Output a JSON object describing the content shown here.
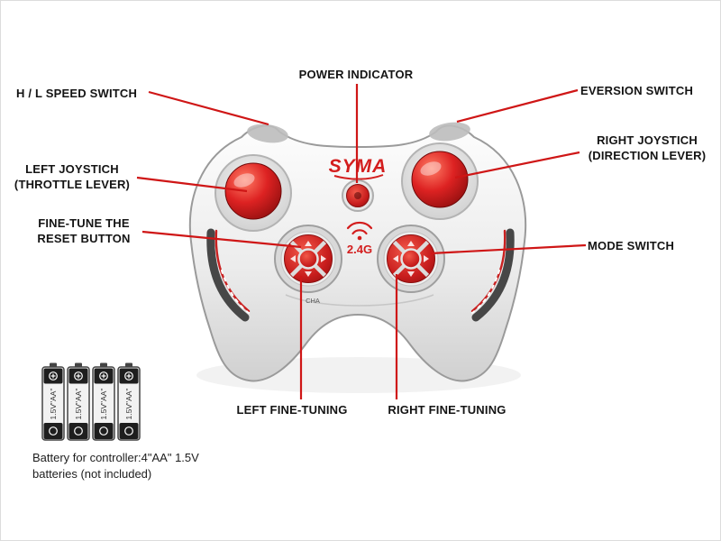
{
  "colors": {
    "accent_red": "#cf1616",
    "brand_red": "#d31d1d",
    "body_gray": "#e8e8e8",
    "label_text": "#141414"
  },
  "icons": {
    "wifi": "wifi-arcs",
    "battery_terminal_plus": "+"
  },
  "callouts": {
    "power_indicator": "POWER INDICATOR",
    "hl_speed_switch": "H / L SPEED SWITCH",
    "eversion_switch": "EVERSION SWITCH",
    "left_joystick": {
      "line1": "LEFT JOYSTICH",
      "line2": "(THROTTLE LEVER)"
    },
    "right_joystick": {
      "line1": "RIGHT JOYSTICH",
      "line2": "(DIRECTION LEVER)"
    },
    "fine_tune_reset": {
      "line1": "FINE-TUNE THE",
      "line2": "RESET BUTTON"
    },
    "mode_switch": "MODE SWITCH",
    "left_fine_tuning": "LEFT FINE-TUNING",
    "right_fine_tuning": "RIGHT FINE-TUNING"
  },
  "controller": {
    "brand": "SYMA",
    "frequency": "2.4G",
    "channel_label": "CHA"
  },
  "battery": {
    "cell_count": 4,
    "cell_label": "1.5V\"AA\"",
    "caption_line1": "Battery for controller:4\"AA\" 1.5V",
    "caption_line2": "batteries (not included)"
  }
}
